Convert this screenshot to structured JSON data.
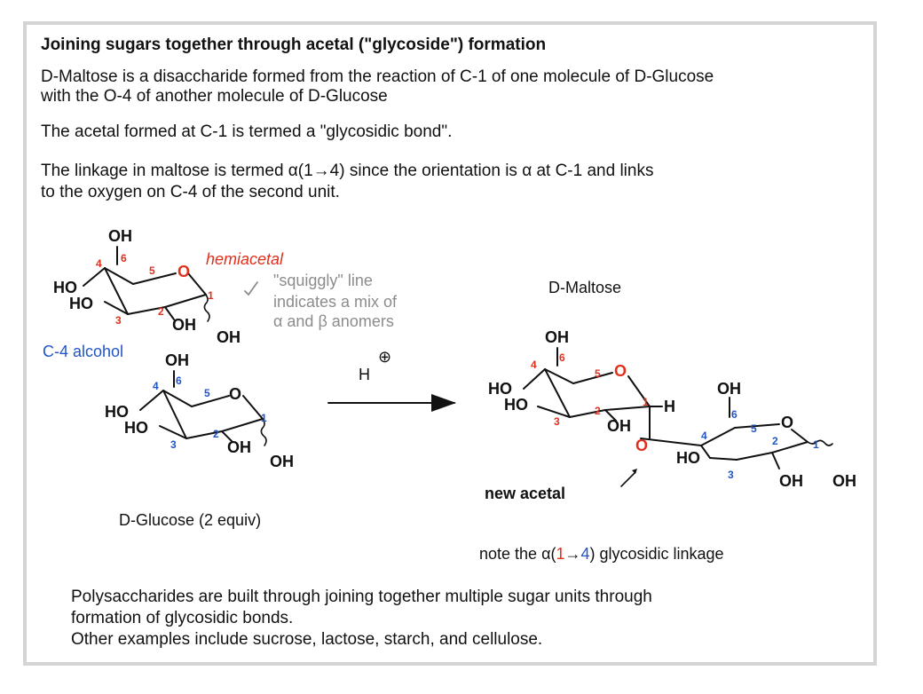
{
  "title": "Joining sugars together through acetal (\"glycoside\") formation",
  "paragraphs": {
    "p1_line1": "D-Maltose is a disaccharide formed from the reaction of C-1 of one molecule of D-Glucose",
    "p1_line2": "with the O-4 of another molecule of D-Glucose",
    "p2": "The acetal formed at C-1 is termed a \"glycosidic bond\".",
    "p3_line1_a": "The linkage in maltose is termed ",
    "p3_line1_alpha": "α(1→4)",
    "p3_line1_b": " since the orientation is ",
    "p3_line1_alpha2": "α",
    "p3_line1_c": " at C-1 and links",
    "p3_line2": "to the oxygen on C-4 of the second unit."
  },
  "labels": {
    "hemiacetal": "hemiacetal",
    "squiggly_1": "\"squiggly\" line",
    "squiggly_2": "indicates a mix of",
    "squiggly_3": "α and β anomers",
    "c4_alcohol": "C-4 alcohol",
    "d_glucose": "D-Glucose (2 equiv)",
    "d_maltose": "D-Maltose",
    "new_acetal": "new acetal",
    "catalyst_h": "H",
    "catalyst_plus": "⊕",
    "note_a": "note the ",
    "note_alpha": "α(",
    "note_1": "1",
    "note_arrow": "→",
    "note_4": "4",
    "note_b": ") glycosidic linkage"
  },
  "footer": {
    "line1": "Polysaccharides are built through joining together multiple sugar units through",
    "line2": "formation of glycosidic bonds.",
    "line3": "Other examples include sucrose, lactose, starch, and cellulose."
  },
  "atoms": {
    "oh": "OH",
    "ho": "HO",
    "o": "O",
    "h": "H"
  },
  "carbon_numbers": {
    "c1": "1",
    "c2": "2",
    "c3": "3",
    "c4": "4",
    "c5": "5",
    "c6": "6"
  },
  "colors": {
    "red": "#e0301e",
    "blue": "#2055c8",
    "gray": "#8c8c8c",
    "border": "#d4d4d4"
  }
}
